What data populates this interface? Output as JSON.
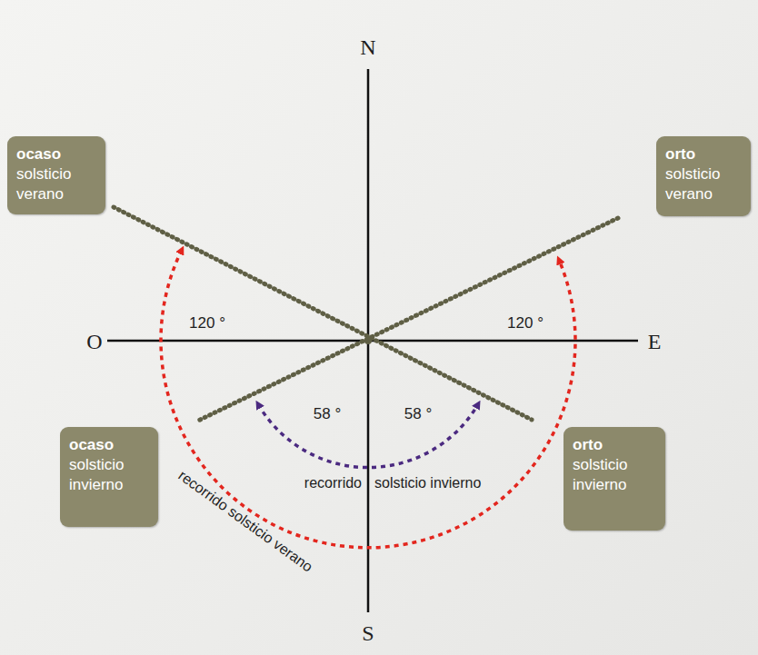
{
  "diagram": {
    "nodes": [
      {
        "text": [
          "ocaso",
          "solsticio verano"
        ]
      },
      {
        "text": [
          "orto",
          "solsticio verano"
        ]
      },
      {
        "text": [
          "ocaso",
          "solsticio invierno"
        ]
      },
      {
        "text": [
          "orto",
          "solsticio invierno"
        ]
      }
    ],
    "labels": [
      "N",
      "O",
      "E",
      "S",
      "120 °",
      "120 °",
      "58 °",
      "58 °",
      "recorrido solsticio verano",
      "recorrido",
      "solsticio invierno"
    ]
  }
}
